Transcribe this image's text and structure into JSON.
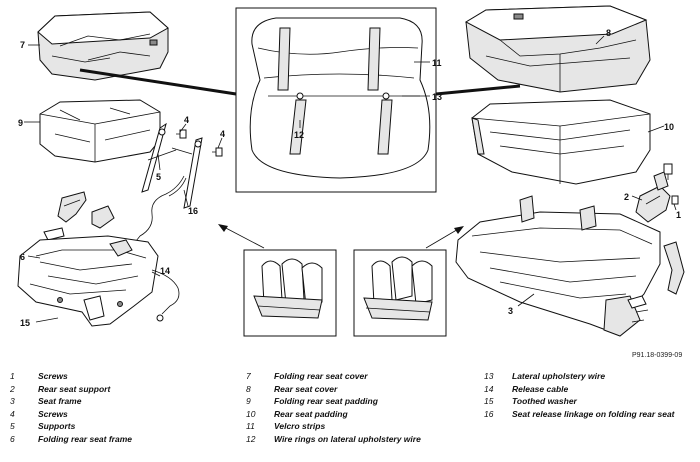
{
  "figure_ref": "P91.18-0399-09",
  "callouts": {
    "c1": "1",
    "c2": "2",
    "c3": "3",
    "c4a": "4",
    "c4b": "4",
    "c5": "5",
    "c6": "6",
    "c7": "7",
    "c8": "8",
    "c9": "9",
    "c10": "10",
    "c11": "11",
    "c12": "12",
    "c13": "13",
    "c14": "14",
    "c15": "15",
    "c16": "16"
  },
  "legend": {
    "col1": [
      {
        "num": "1",
        "text": "Screws"
      },
      {
        "num": "2",
        "text": "Rear seat support"
      },
      {
        "num": "3",
        "text": "Seat frame"
      },
      {
        "num": "4",
        "text": "Screws"
      },
      {
        "num": "5",
        "text": "Supports"
      },
      {
        "num": "6",
        "text": "Folding rear seat frame"
      }
    ],
    "col2": [
      {
        "num": "7",
        "text": "Folding rear seat cover"
      },
      {
        "num": "8",
        "text": "Rear seat cover"
      },
      {
        "num": "9",
        "text": "Folding rear seat padding"
      },
      {
        "num": "10",
        "text": "Rear seat padding"
      },
      {
        "num": "11",
        "text": "Velcro strips"
      },
      {
        "num": "12",
        "text": "Wire rings on lateral upholstery wire"
      }
    ],
    "col3": [
      {
        "num": "13",
        "text": "Lateral upholstery wire"
      },
      {
        "num": "14",
        "text": "Release cable"
      },
      {
        "num": "15",
        "text": "Toothed washer"
      },
      {
        "num": "16",
        "text": "Seat release linkage on folding rear seat"
      }
    ]
  }
}
